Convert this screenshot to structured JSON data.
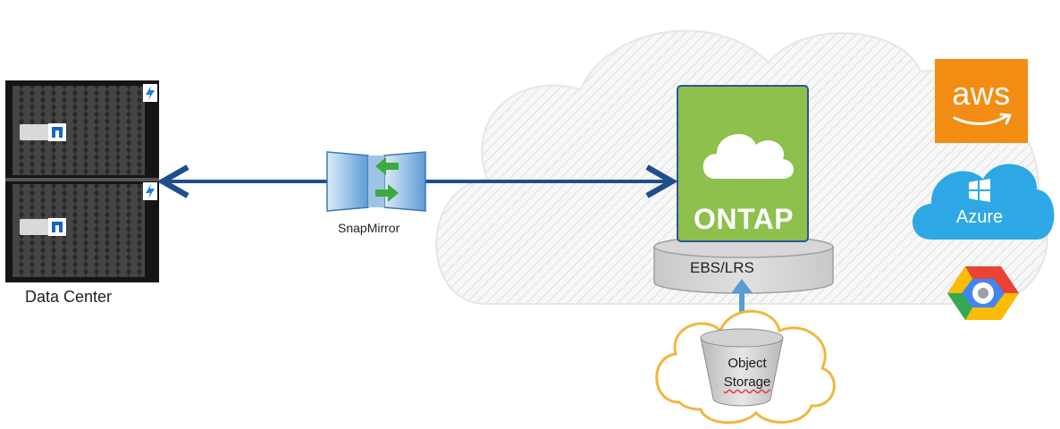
{
  "diagram": {
    "data_center_label": "Data Center",
    "snapmirror_label": "SnapMirror",
    "ontap_label": "ONTAP",
    "ebs_label": "EBS/LRS",
    "object_storage_label_line1": "Object",
    "object_storage_label_line2": "Storage",
    "aws_label": "aws",
    "azure_label": "Azure"
  },
  "icons": [
    "server-rack-icon",
    "netapp-logo-icon",
    "power-bolt-icon",
    "snapmirror-icon",
    "cloud-icon",
    "aws-logo-icon",
    "azure-logo-icon",
    "google-cloud-logo-icon",
    "storage-bucket-icon"
  ],
  "colors": {
    "connector": "#1f4e8c",
    "ontap_green": "#8dc04d",
    "aws_orange": "#f38c12",
    "azure_blue": "#2ea8e4",
    "object_cloud_outline": "#efb73e",
    "double_arrow": "#5b9bd5"
  }
}
